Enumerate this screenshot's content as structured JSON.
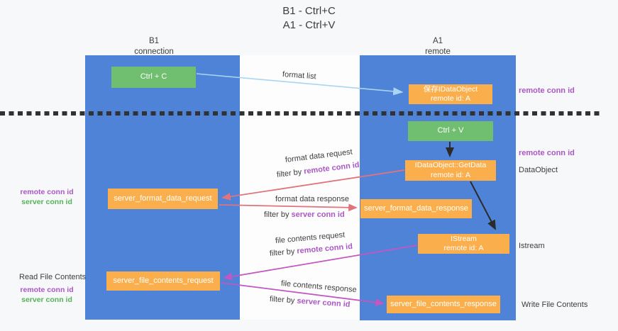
{
  "title": {
    "line1": "B1 - Ctrl+C",
    "line2": "A1 - Ctrl+V"
  },
  "lanes": {
    "left": {
      "name": "B1",
      "role": "connection"
    },
    "right": {
      "name": "A1",
      "role": "remote"
    }
  },
  "nodes": {
    "ctrl_c": {
      "label": "Ctrl + C"
    },
    "ctrl_v": {
      "label": "Ctrl + V"
    },
    "save_dataobject": {
      "line1": "保存IDataObject",
      "line2": "remote id: A"
    },
    "getdata": {
      "line1": "IDataObject::GetData",
      "line2": "remote id: A"
    },
    "istream": {
      "line1": "IStream",
      "line2": "remote id: A"
    },
    "server_format_data_request": {
      "label": "server_format_data_request"
    },
    "server_format_data_response": {
      "label": "server_format_data_response"
    },
    "server_file_contents_request": {
      "label": "server_file_contents_request"
    },
    "server_file_contents_response": {
      "label": "server_file_contents_response"
    }
  },
  "flows": {
    "format_list": {
      "label": "format list"
    },
    "format_data_request": {
      "label": "format data request",
      "filter_prefix": "filter by ",
      "filter_key": "remote conn id"
    },
    "format_data_response": {
      "label": "format data response",
      "filter_prefix": "filter by ",
      "filter_key": "server conn id"
    },
    "file_contents_request": {
      "label": "file contents request",
      "filter_prefix": "filter by ",
      "filter_key": "remote conn id"
    },
    "file_contents_response": {
      "label": "file contents response",
      "filter_prefix": "filter by ",
      "filter_key": "server conn id"
    }
  },
  "annotations": {
    "right_top_conn": "remote conn id",
    "right_mid_conn": "remote conn id",
    "dataobject": "DataObject",
    "istream": "Istream",
    "write_file": "Write File Contents",
    "read_file": "Read File Contents",
    "left_mid": {
      "remote": "remote conn id",
      "server": "server conn id"
    },
    "left_bottom": {
      "remote": "remote conn id",
      "server": "server conn id"
    }
  },
  "colors": {
    "lane_blue": "#4e83d8",
    "node_green": "#70bf70",
    "node_orange": "#fbaf4c",
    "label_purple": "#ab57c6",
    "label_green": "#55b25a",
    "arrow_salmon": "#e0737c",
    "arrow_magenta": "#c257c2",
    "arrow_lightblue": "#a9d5f3",
    "arrow_black": "#2b2b2b"
  }
}
